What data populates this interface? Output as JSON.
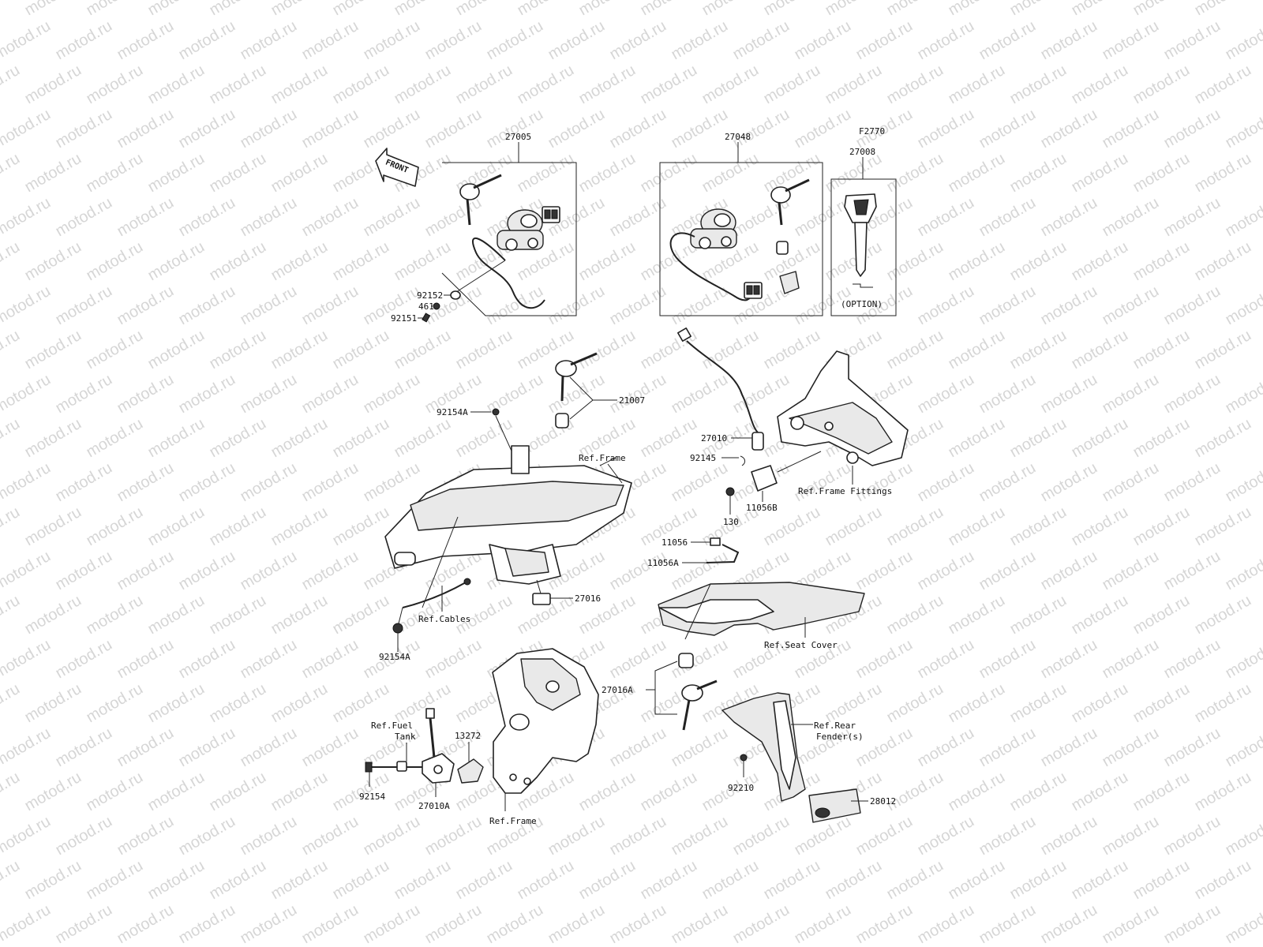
{
  "watermark": "motod.ru",
  "front_label": "FRONT",
  "option_label": "(OPTION)",
  "labels": {
    "p27005": "27005",
    "p27048": "27048",
    "pF2770": "F2770",
    "p27008": "27008",
    "p92152": "92152",
    "p461": "461",
    "p92151": "92151",
    "p21007": "21007",
    "p92154A_top": "92154A",
    "ref_frame_top": "Ref.Frame",
    "p27016": "27016",
    "ref_cables": "Ref.Cables",
    "p92154A_bottom": "92154A",
    "p27010": "27010",
    "p92145": "92145",
    "p130": "130",
    "p11056B": "11056B",
    "ref_frame_fittings": "Ref.Frame Fittings",
    "p11056": "11056",
    "p11056A": "11056A",
    "ref_seat_cover": "Ref.Seat Cover",
    "p27016A": "27016A",
    "ref_fuel_1": "Ref.Fuel",
    "ref_fuel_2": "Tank",
    "p13272": "13272",
    "p92154": "92154",
    "p27010A": "27010A",
    "ref_frame_bottom": "Ref.Frame",
    "ref_rear_1": "Ref.Rear",
    "ref_rear_2": "Fender(s)",
    "p92210": "92210",
    "p28012": "28012"
  }
}
